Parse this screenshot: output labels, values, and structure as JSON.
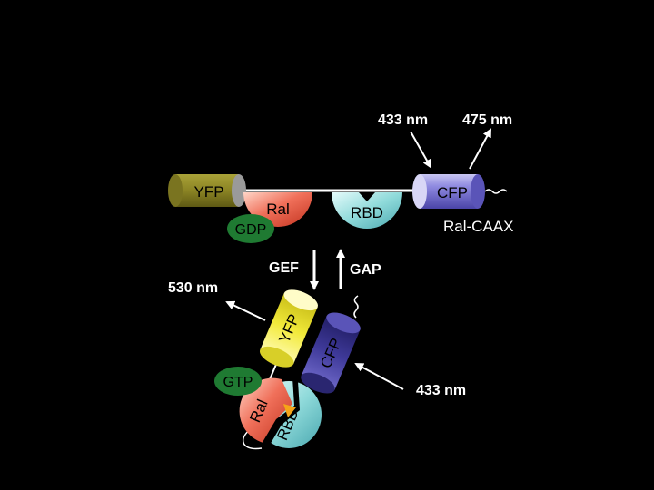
{
  "colors": {
    "background": "#000000",
    "yfp": "#8b8424",
    "yfp_bright": "#f2ea3a",
    "cfp": "#4a44a8",
    "ral": "#e8503a",
    "rbd": "#7fd0d0",
    "gdp_gtp": "#1f7a32",
    "line": "#ffffff"
  },
  "top": {
    "yfp": "YFP",
    "ral": "Ral",
    "rbd": "RBD",
    "cfp": "CFP",
    "gdp": "GDP",
    "construct": "Ral-CAAX",
    "excitation": "433 nm",
    "emission": "475 nm"
  },
  "middle": {
    "gef": "GEF",
    "gap": "GAP"
  },
  "bottom": {
    "emission": "530 nm",
    "yfp": "YFP",
    "cfp": "CFP",
    "gtp": "GTP",
    "ral": "Ral",
    "rbd": "RBD",
    "excitation": "433 nm"
  }
}
